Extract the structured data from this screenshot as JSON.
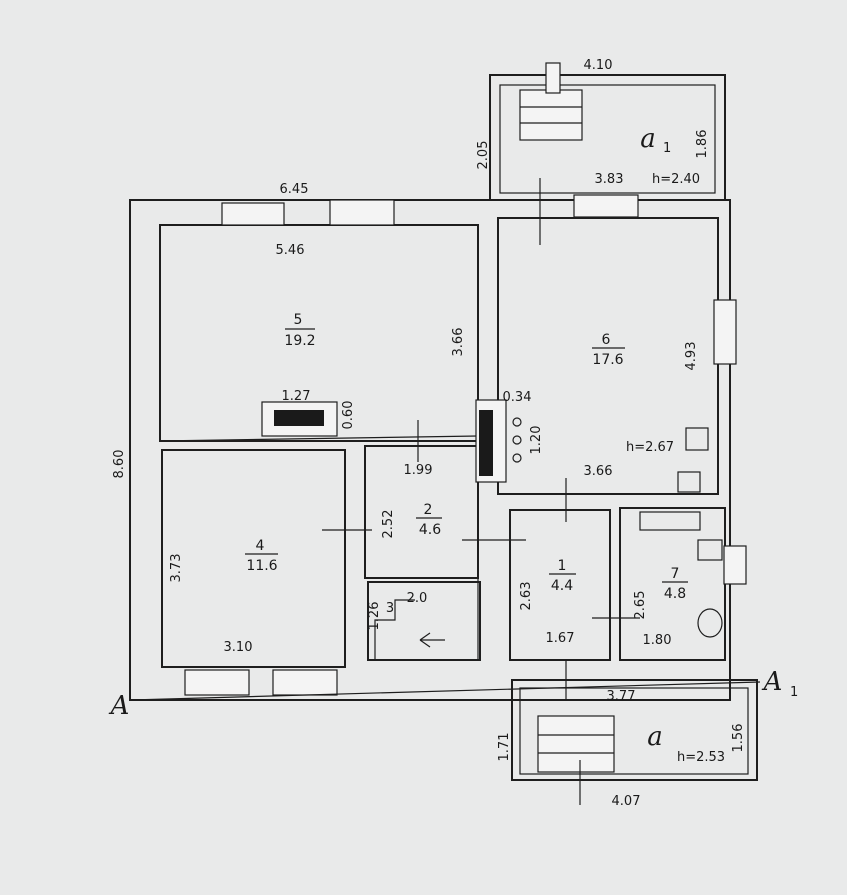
{
  "rooms": {
    "r1": {
      "num": "1",
      "area": "4.4"
    },
    "r2": {
      "num": "2",
      "area": "4.6"
    },
    "r3": {
      "num": "3",
      "area": "2.0"
    },
    "r4": {
      "num": "4",
      "area": "11.6"
    },
    "r5": {
      "num": "5",
      "area": "19.2"
    },
    "r6": {
      "num": "6",
      "area": "17.6"
    },
    "r7": {
      "num": "7",
      "area": "4.8"
    }
  },
  "dims": {
    "d_645": "6.45",
    "d_546": "5.46",
    "d_366": "3.66",
    "d_860": "8.60",
    "d_373": "3.73",
    "d_310": "3.10",
    "d_127": "1.27",
    "d_060": "0.60",
    "d_199": "1.99",
    "d_252": "2.52",
    "d_126": "1.26",
    "d_034": "0.34",
    "d_120": "1.20",
    "d_366b": "3.66",
    "d_493": "4.93",
    "d_263": "2.63",
    "d_167": "1.67",
    "d_265": "2.65",
    "d_180": "1.80",
    "d_410": "4.10",
    "d_205": "2.05",
    "d_383": "3.83",
    "d_186": "1.86",
    "d_377": "3.77",
    "d_171": "1.71",
    "d_156": "1.56",
    "d_407": "4.07"
  },
  "heights": {
    "h6": "h=2.67",
    "ha1": "h=2.40",
    "ha": "h=2.53"
  },
  "annex": {
    "a1_label": "a",
    "a1_sub": "1",
    "a_label": "a"
  },
  "section": {
    "left": "A",
    "right": "A",
    "right_sub": "1"
  }
}
